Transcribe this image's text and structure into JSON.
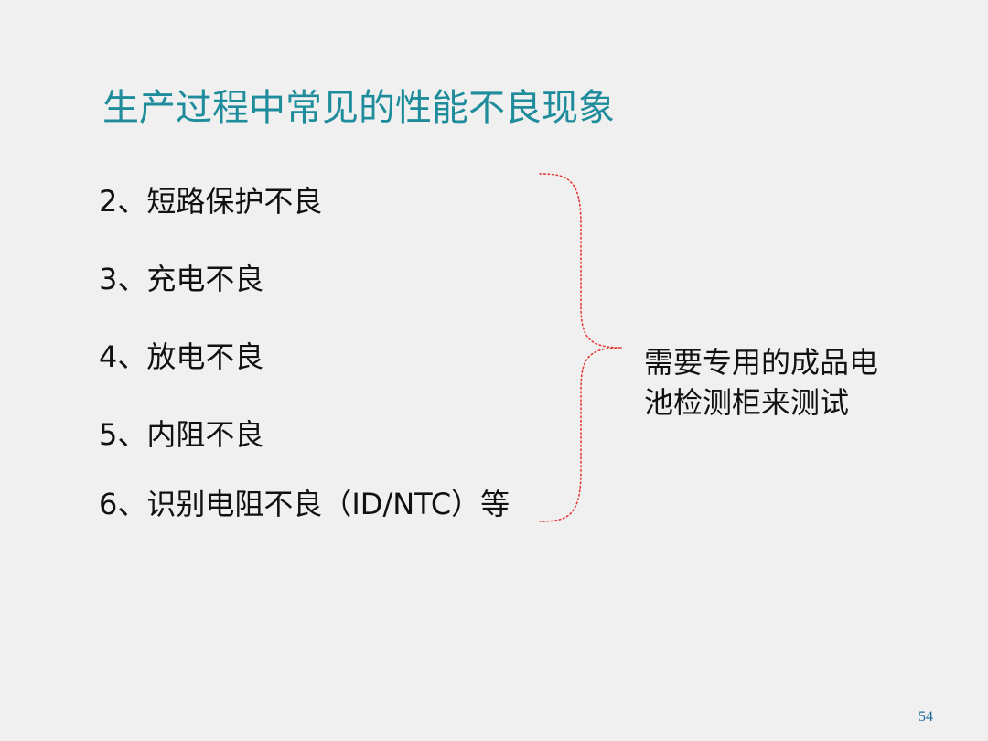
{
  "slide": {
    "title": "生产过程中常见的性能不良现象",
    "items": [
      "2、短路保护不良",
      "3、充电不良",
      "4、放电不良",
      "5、内阻不良",
      "6、识别电阻不良（ID/NTC）等"
    ],
    "note_lines": [
      "需要专用的成品电",
      "池检测柜来测试"
    ],
    "page_number": "54"
  },
  "colors": {
    "background": "#f0f0f0",
    "title": "#1e8c9b",
    "body_text": "#111111",
    "brace": "#e53935",
    "page_number": "#1e6f9e"
  }
}
